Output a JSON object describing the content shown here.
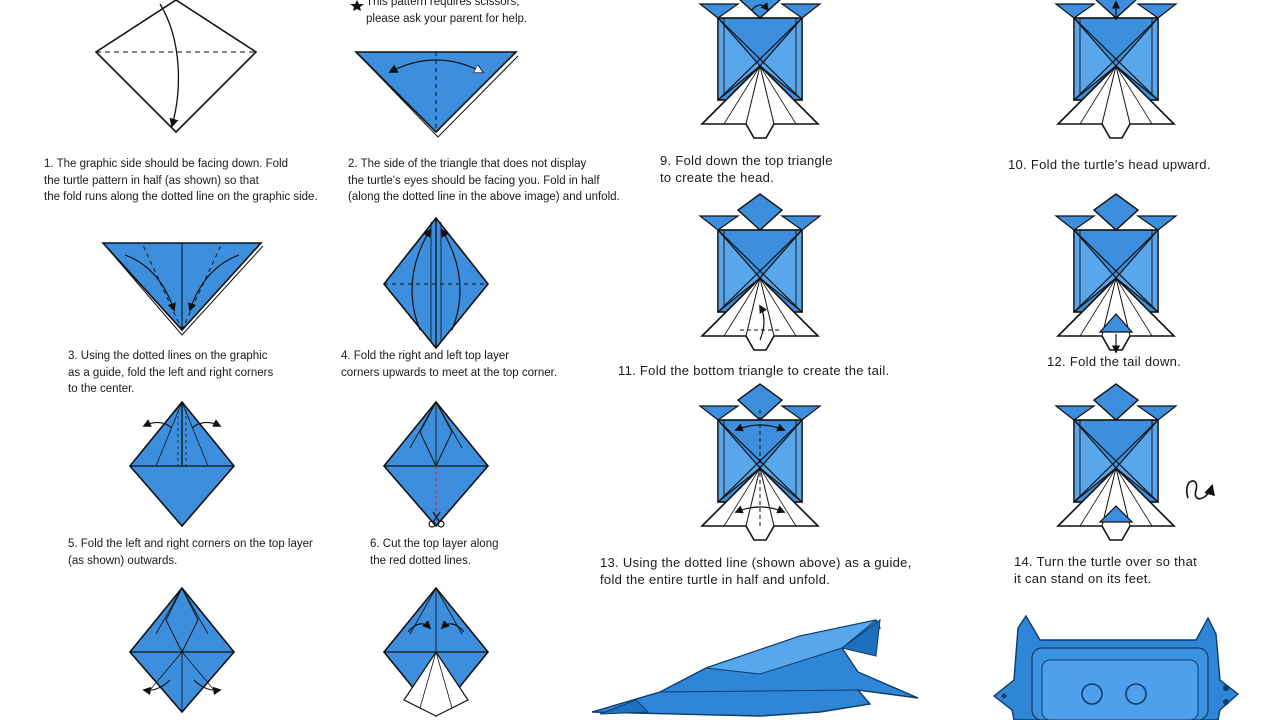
{
  "note": "This pattern requires scissors,\nplease ask your parent for help.",
  "colors": {
    "paper_blue": "#3d8fdd",
    "line": "#111111",
    "cut_red": "#e03030",
    "photo_blue": "#2f86d6"
  },
  "steps": [
    {
      "id": 1,
      "text": "1. The graphic side should be facing down. Fold\n    the turtle pattern in half (as shown) so that\n    the fold runs along the dotted line on the graphic side."
    },
    {
      "id": 2,
      "text": "2. The side of the triangle that does not display\n    the turtle's eyes should be facing you. Fold in half\n    (along the dotted line in the above image) and unfold."
    },
    {
      "id": 3,
      "text": "3. Using the dotted lines on the graphic\n    as a guide, fold the left and right corners\n    to the center."
    },
    {
      "id": 4,
      "text": "4. Fold the right and left top layer\n    corners upwards to meet at the top corner."
    },
    {
      "id": 5,
      "text": "5. Fold the left and right corners on the top layer\n    (as shown) outwards."
    },
    {
      "id": 6,
      "text": "6. Cut the top layer along\n    the red dotted lines."
    },
    {
      "id": 9,
      "text": "9. Fold down the top triangle\n    to create the head."
    },
    {
      "id": 10,
      "text": "10. Fold the turtle's head upward."
    },
    {
      "id": 11,
      "text": "11. Fold the bottom triangle to create the tail."
    },
    {
      "id": 12,
      "text": "12. Fold the tail down."
    },
    {
      "id": 13,
      "text": "13. Using the dotted line (shown above) as a guide,\n    fold the entire turtle in half and unfold."
    },
    {
      "id": 14,
      "text": "14. Turn the turtle over so that\n    it can stand on its feet."
    }
  ],
  "icons": {
    "warning": "star-icon",
    "cut": "scissors-icon",
    "flip": "turn-over-arrow-icon"
  }
}
